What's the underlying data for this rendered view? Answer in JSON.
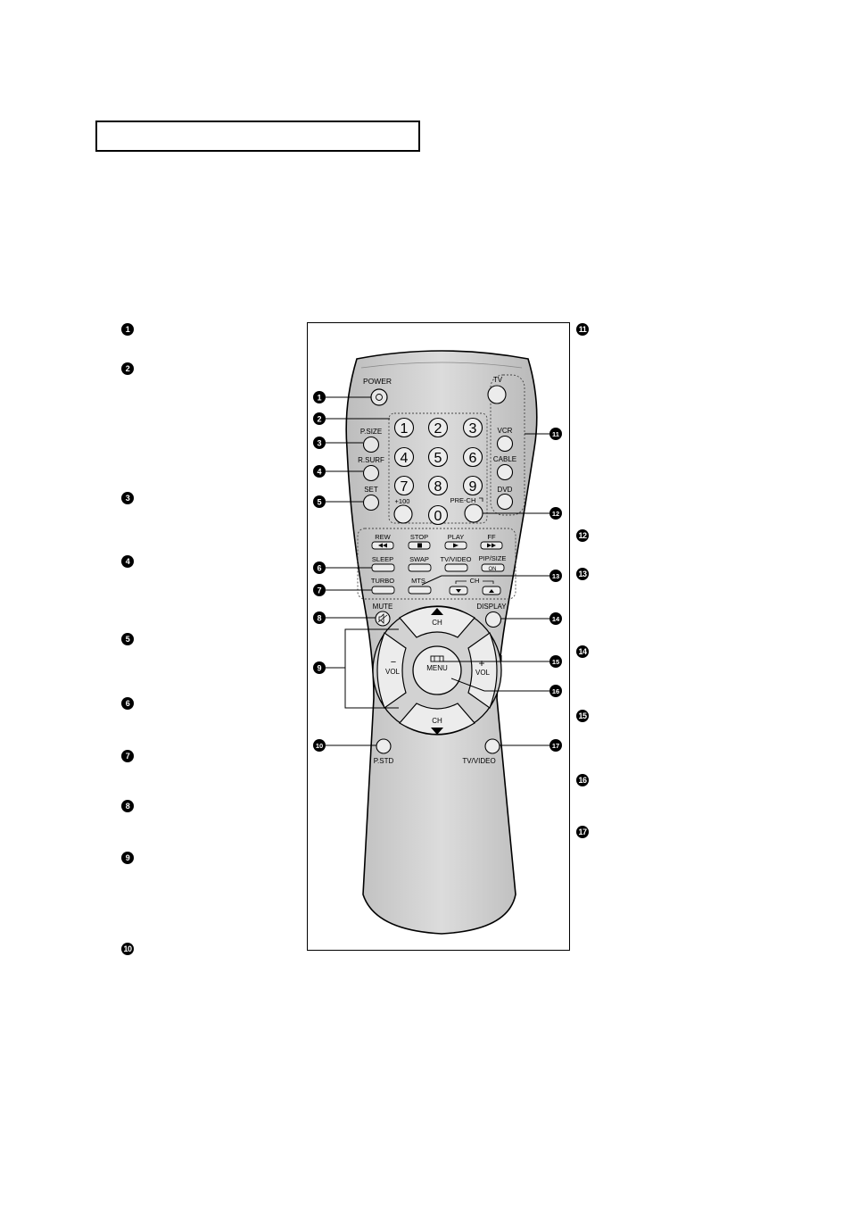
{
  "page": {
    "title_box_text": ""
  },
  "legend_left": [
    "1",
    "2",
    "3",
    "4",
    "5",
    "6",
    "7",
    "8",
    "9",
    "10"
  ],
  "legend_right": [
    "11",
    "12",
    "13",
    "14",
    "15",
    "16",
    "17"
  ],
  "callouts": [
    "1",
    "2",
    "3",
    "4",
    "5",
    "6",
    "7",
    "8",
    "9",
    "10",
    "11",
    "12",
    "13",
    "14",
    "15",
    "16",
    "17"
  ],
  "remote": {
    "power": "POWER",
    "psize": "P.SIZE",
    "rsurf": "R.SURF",
    "set": "SET",
    "digits": [
      "1",
      "2",
      "3",
      "4",
      "5",
      "6",
      "7",
      "8",
      "9"
    ],
    "plus100": "+100",
    "zero": "0",
    "prech": "PRE-CH",
    "tv": "TV",
    "vcr": "VCR",
    "cable": "CABLE",
    "dvd": "DVD",
    "rew": "REW",
    "stop": "STOP",
    "play": "PLAY",
    "ff": "FF",
    "sleep": "SLEEP",
    "swap": "SWAP",
    "tvvideo_small": "TV/VIDEO",
    "pipsize": "PIP/SIZE",
    "on": "ON",
    "turbo": "TURBO",
    "mts": "MTS",
    "ch_small": "CH",
    "mute": "MUTE",
    "display": "DISPLAY",
    "ch": "CH",
    "vol": "VOL",
    "minus": "−",
    "plus": "+",
    "menu": "MENU",
    "pstd": "P.STD",
    "tvvideo": "TV/VIDEO"
  }
}
